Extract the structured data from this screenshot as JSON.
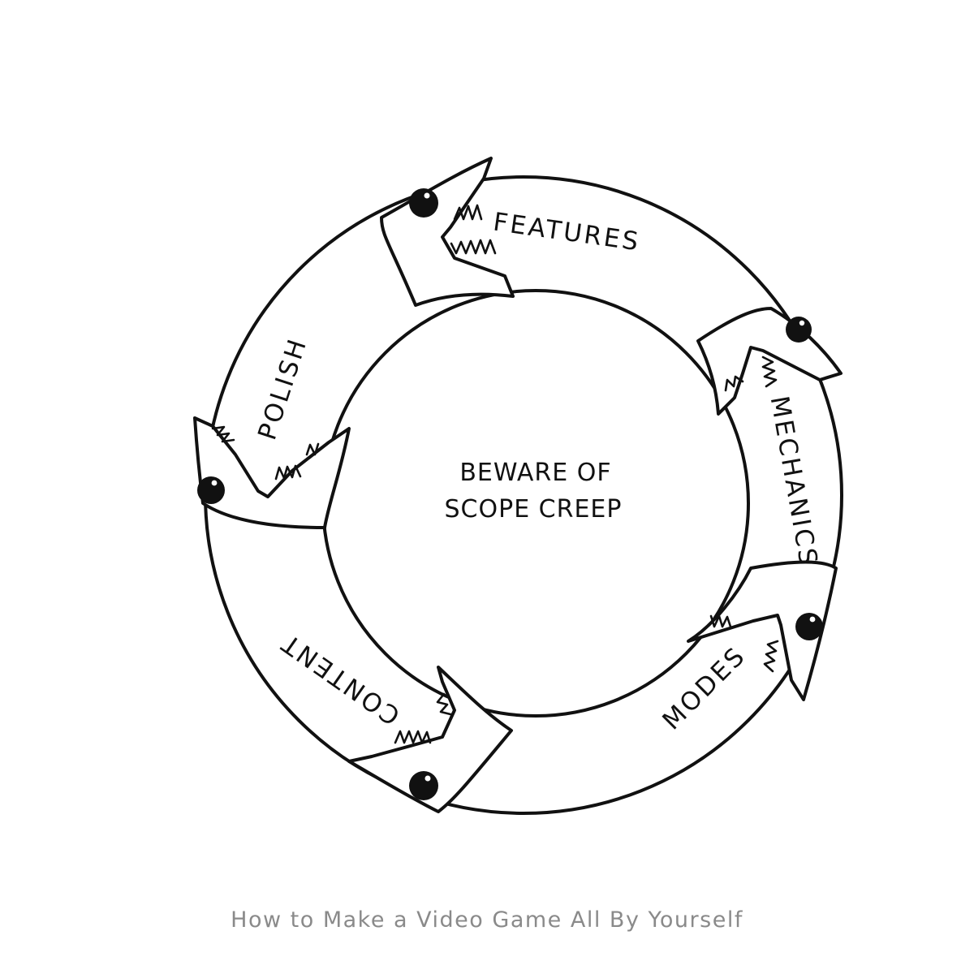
{
  "diagram": {
    "center_line_1": "BEWARE OF",
    "center_line_2": "SCOPE CREEP",
    "segments": [
      "FEATURES",
      "MECHANICS",
      "MODES",
      "CONTENT",
      "POLISH"
    ],
    "segment_icon": "monster-head-icon",
    "colors": {
      "ink": "#111111",
      "background": "#ffffff",
      "caption": "#8a8a8a"
    }
  },
  "caption": "How to Make a Video Game All By Yourself"
}
